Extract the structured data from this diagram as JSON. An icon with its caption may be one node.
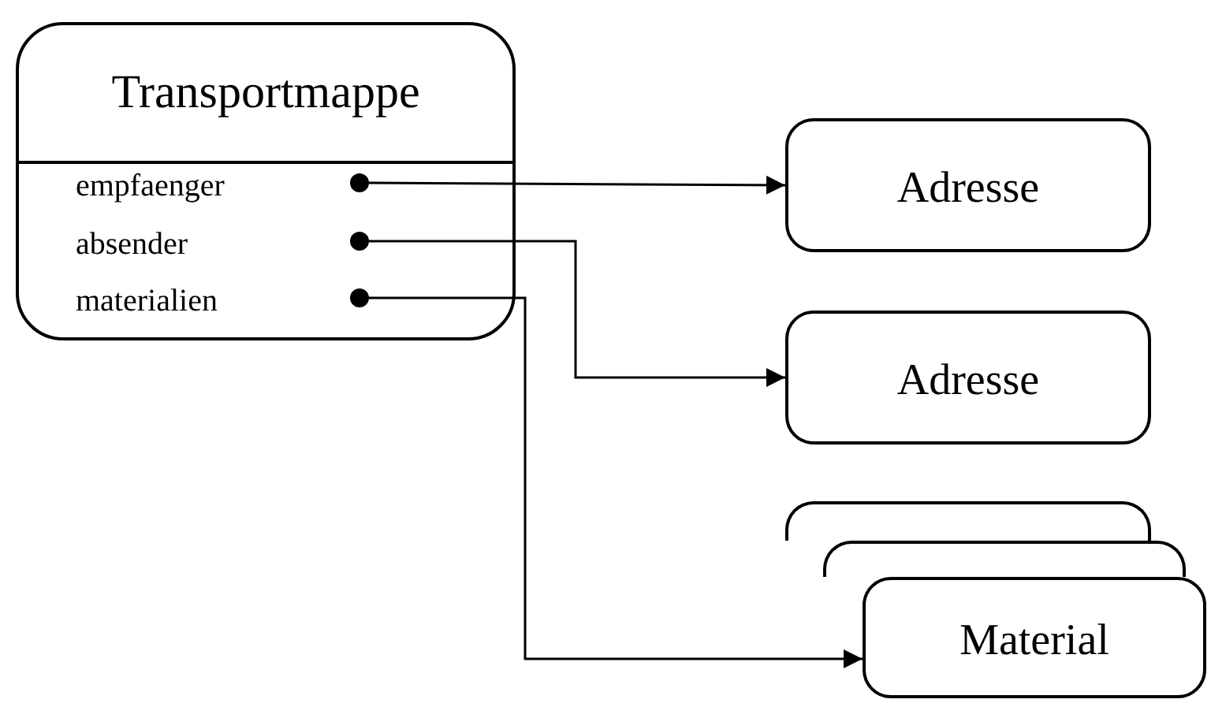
{
  "diagram": {
    "nodes": [
      {
        "text": [
          "Transportmappe",
          "empfaenger",
          "absender",
          "materialien"
        ]
      },
      {
        "text": [],
        "shape": "circle",
        "in": 0
      },
      {
        "text": [],
        "shape": "circle",
        "in": 0
      },
      {
        "text": [],
        "shape": "circle",
        "in": 0
      },
      {
        "text": [
          "Adresse"
        ]
      },
      {
        "text": [
          "Adresse"
        ]
      },
      {
        "text": [],
        "shape": "box"
      },
      {
        "text": [],
        "shape": "box"
      },
      {
        "text": [
          "Material"
        ]
      }
    ],
    "edges": [
      {
        "from": 1,
        "to": 4,
        "arrow": "to"
      },
      {
        "from": 2,
        "to": 5,
        "arrow": "to"
      },
      {
        "from": 3,
        "to": 8,
        "arrow": "to"
      }
    ]
  }
}
